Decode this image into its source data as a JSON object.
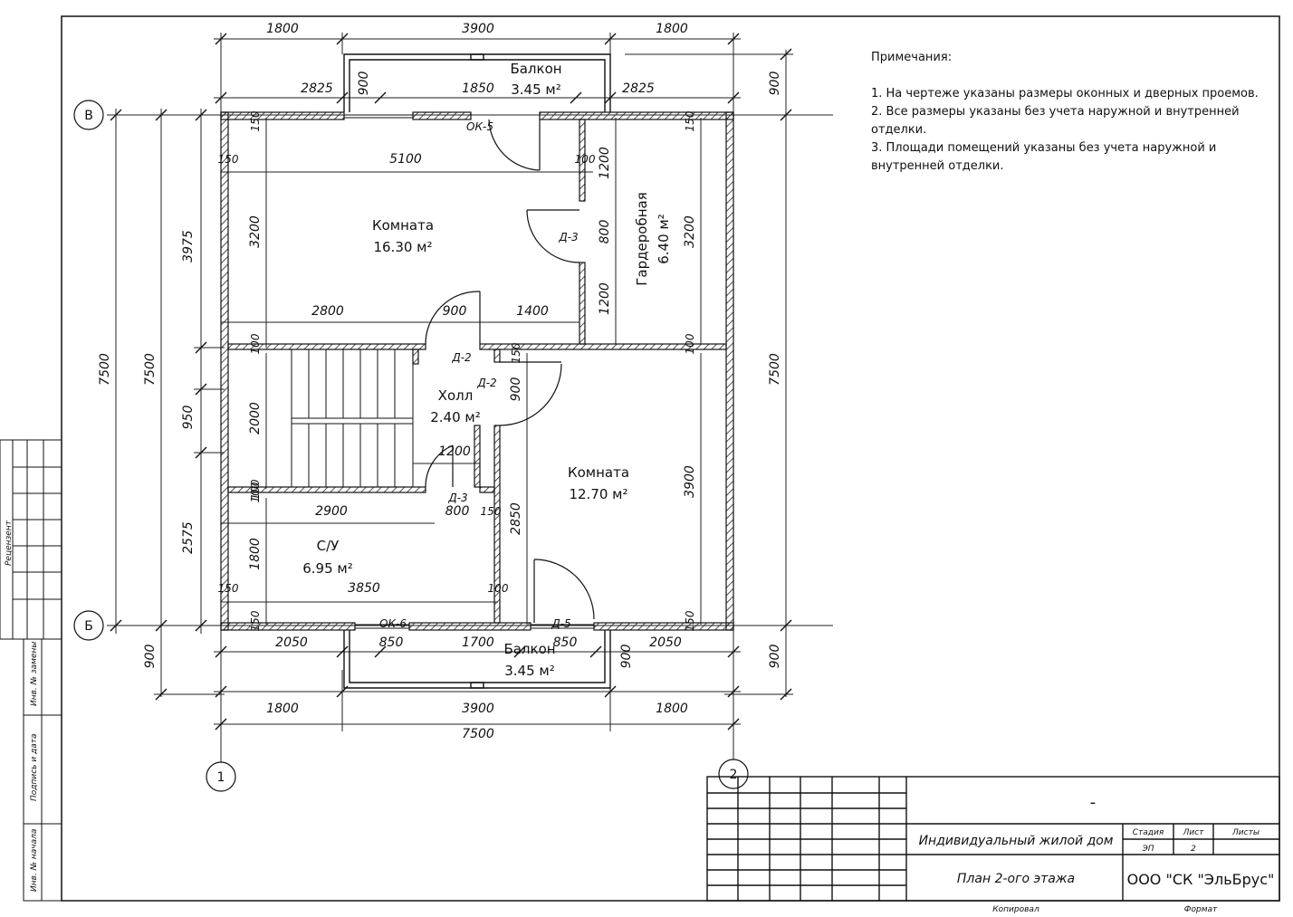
{
  "drawing": {
    "axes": {
      "rows": [
        "В",
        "Б"
      ],
      "cols": [
        "1",
        "2"
      ]
    },
    "dims_top_outer": [
      "1800",
      "3900",
      "1800"
    ],
    "dims_top_inner": [
      "2825",
      "900",
      "1850",
      "2825",
      "900"
    ],
    "dims_bottom_inner": [
      "2050",
      "850",
      "1700",
      "850",
      "900",
      "2050",
      "900"
    ],
    "dims_bottom_outer": [
      "1800",
      "3900",
      "1800"
    ],
    "dim_total_bottom": "7500",
    "dims_left": [
      "7500",
      "7500",
      "3975",
      "950",
      "2575"
    ],
    "dims_right": [
      "7500",
      "900",
      "900"
    ],
    "interior_dims": [
      "150",
      "150",
      "5100",
      "100",
      "1200",
      "800",
      "1200",
      "3200",
      "3200",
      "2800",
      "900",
      "1400",
      "100",
      "150",
      "900",
      "2000",
      "1200",
      "100",
      "2900",
      "800",
      "150",
      "2850",
      "3900",
      "1800",
      "3850",
      "100",
      "150",
      "150",
      "150",
      "100",
      "150",
      "100"
    ],
    "rooms": [
      {
        "name": "Комната",
        "area": "16.30 м²"
      },
      {
        "name": "Гардеробная",
        "area": "6.40 м²"
      },
      {
        "name": "Холл",
        "area": "2.40 м²"
      },
      {
        "name": "Комната",
        "area": "12.70 м²"
      },
      {
        "name": "С/У",
        "area": "6.95 м²"
      },
      {
        "name": "Балкон",
        "area": "3.45 м²"
      },
      {
        "name": "Балкон",
        "area": "3.45 м²"
      }
    ],
    "tags": [
      "ОК-5",
      "ОК-6",
      "Д-2",
      "Д-2",
      "Д-3",
      "Д-3",
      "Д-5"
    ]
  },
  "notes": {
    "title": "Примечания:",
    "items": [
      "1. На чертеже указаны размеры оконных и дверных проемов.",
      "2. Все размеры указаны без учета наружной и внутренней отделки.",
      "3. Площади помещений указаны без учета наружной и внутренней отделки."
    ]
  },
  "side_stamp": [
    "Рецензент",
    "Инв. № замены",
    "Подпись и дата",
    "Инв. № начала"
  ],
  "title_block": {
    "dash": "-",
    "project": "Индивидуальный жилой дом",
    "sheet_title": "План 2-ого этажа",
    "company": "ООО \"СК \"ЭльБрус\"",
    "stage_label": "Стадия",
    "stage": "ЭП",
    "sheet_label": "Лист",
    "sheet": "2",
    "sheets_label": "Листы",
    "copied": "Копировал",
    "format": "Формат"
  }
}
